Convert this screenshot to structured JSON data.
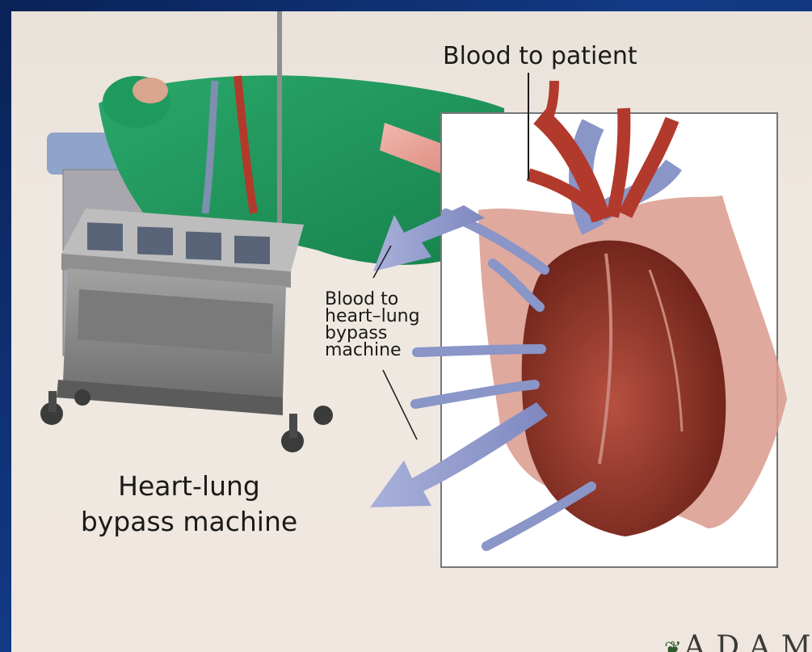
{
  "labels": {
    "blood_to_patient": "Blood to patient",
    "blood_to_machine": "Blood to\nheart–lung\nbypass\nmachine",
    "machine": "Heart-lung\nbypass machine"
  },
  "logo": {
    "text": "A.D.A.M."
  },
  "colors": {
    "frame": "#0b2a66",
    "panel": "#efe8e1",
    "drape": "#1f9a5e",
    "artery": "#b23a2c",
    "vein": "#8a95c8",
    "heart": "#9c3b2e",
    "pericardium": "#d99a8c",
    "machine": "#8a8a8a"
  },
  "icons": [
    "adam-leaf-icon"
  ]
}
